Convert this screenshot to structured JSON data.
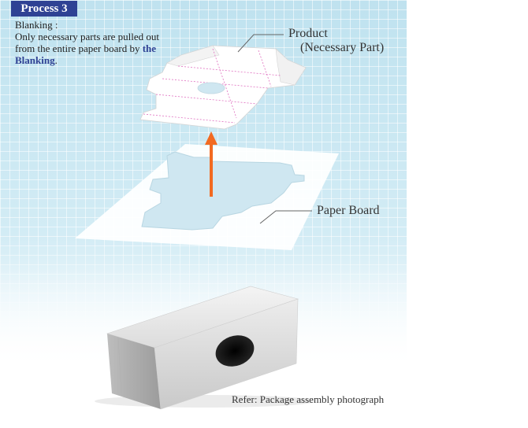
{
  "header": {
    "badge": "Process 3",
    "desc_title": "Blanking :",
    "desc_body": "Only necessary parts are pulled out from the entire paper board by ",
    "desc_highlight": "the Blanking",
    "desc_end": "."
  },
  "labels": {
    "product": "Product",
    "product_sub": "(Necessary Part)",
    "paper_board": "Paper Board"
  },
  "caption": {
    "refer": "Refer: Package assembly photograph"
  },
  "colors": {
    "badge_bg": "#2f4294",
    "highlight": "#2f4294",
    "arrow": "#f26a21",
    "fold_line": "#e070c0",
    "paper": "#ffffff"
  },
  "icons": {
    "arrow": "up-arrow-icon"
  }
}
